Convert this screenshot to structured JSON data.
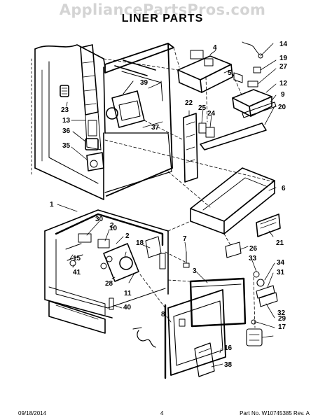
{
  "watermark": "AppliancePartsPros.com",
  "title": "LINER PARTS",
  "callouts": [
    {
      "id": "c1",
      "label": "1"
    },
    {
      "id": "c2a",
      "label": "2"
    },
    {
      "id": "c2b",
      "label": "2"
    },
    {
      "id": "c3",
      "label": "3"
    },
    {
      "id": "c4",
      "label": "4"
    },
    {
      "id": "c5",
      "label": "5"
    },
    {
      "id": "c6",
      "label": "6"
    },
    {
      "id": "c7",
      "label": "7"
    },
    {
      "id": "c8",
      "label": "8"
    },
    {
      "id": "c9",
      "label": "9"
    },
    {
      "id": "c10",
      "label": "10"
    },
    {
      "id": "c11",
      "label": "11"
    },
    {
      "id": "c12",
      "label": "12"
    },
    {
      "id": "c13",
      "label": "13"
    },
    {
      "id": "c14",
      "label": "14"
    },
    {
      "id": "c15",
      "label": "15"
    },
    {
      "id": "c16",
      "label": "16"
    },
    {
      "id": "c17",
      "label": "17"
    },
    {
      "id": "c18",
      "label": "18"
    },
    {
      "id": "c19",
      "label": "19"
    },
    {
      "id": "c20",
      "label": "20"
    },
    {
      "id": "c21",
      "label": "21"
    },
    {
      "id": "c22",
      "label": "22"
    },
    {
      "id": "c23",
      "label": "23"
    },
    {
      "id": "c24",
      "label": "24"
    },
    {
      "id": "c25",
      "label": "25"
    },
    {
      "id": "c26",
      "label": "26"
    },
    {
      "id": "c27",
      "label": "27"
    },
    {
      "id": "c28",
      "label": "28"
    },
    {
      "id": "c29",
      "label": "29"
    },
    {
      "id": "c30",
      "label": "30"
    },
    {
      "id": "c31",
      "label": "31"
    },
    {
      "id": "c32",
      "label": "32"
    },
    {
      "id": "c33",
      "label": "33"
    },
    {
      "id": "c34",
      "label": "34"
    },
    {
      "id": "c35",
      "label": "35"
    },
    {
      "id": "c36",
      "label": "36"
    },
    {
      "id": "c37",
      "label": "37"
    },
    {
      "id": "c38",
      "label": "38"
    },
    {
      "id": "c39",
      "label": "39"
    },
    {
      "id": "c40",
      "label": "40"
    },
    {
      "id": "c41",
      "label": "41"
    }
  ],
  "footer": {
    "date": "09/18/2014",
    "page": "4",
    "part_no": "Part No. W10745385  Rev. A"
  }
}
